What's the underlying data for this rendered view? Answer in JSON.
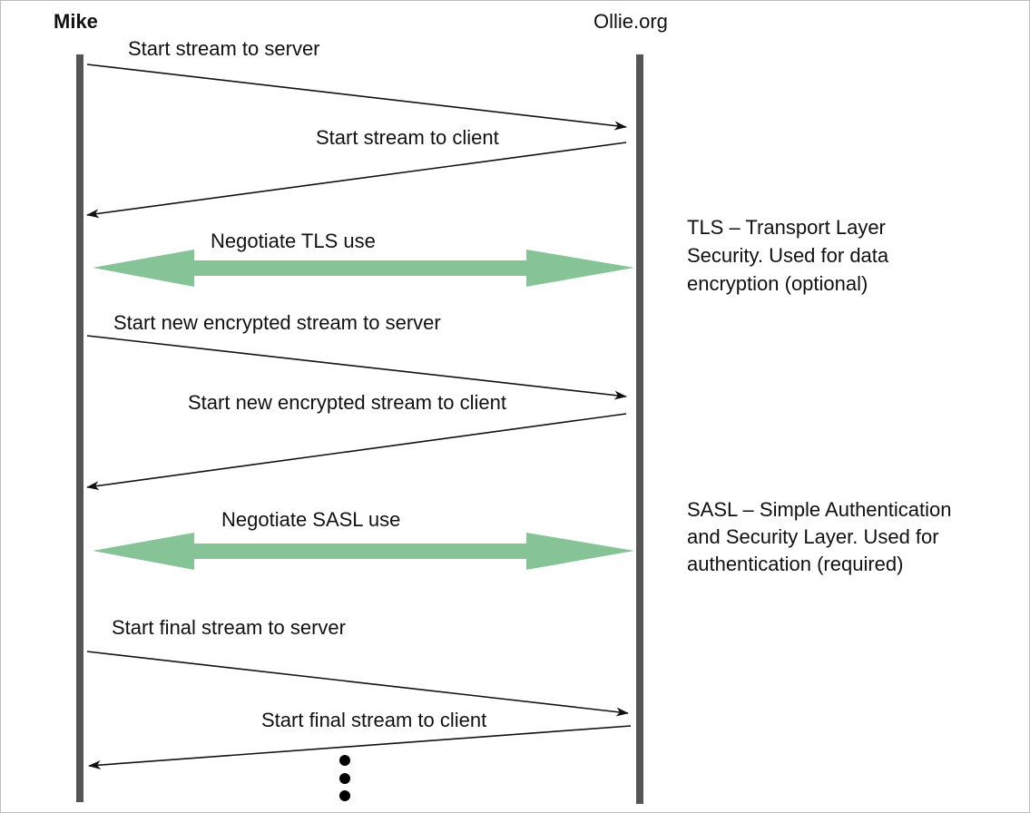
{
  "actors": {
    "left": "Mike",
    "right": "Ollie.org"
  },
  "messages": {
    "m1": "Start stream to server",
    "m2": "Start stream to client",
    "tls": "Negotiate TLS use",
    "m3": "Start new encrypted stream to server",
    "m4": "Start new encrypted stream to client",
    "sasl": "Negotiate SASL use",
    "m5": "Start final stream to server",
    "m6": "Start final stream to client"
  },
  "notes": {
    "tls": [
      "TLS – Transport Layer",
      "Security. Used for data",
      "encryption (optional)"
    ],
    "sasl": [
      "SASL – Simple Authentication",
      "and Security Layer. Used for",
      "authentication (required)"
    ]
  },
  "colors": {
    "lifeline": "#555555",
    "negotiate_arrow": "#86c497",
    "message_arrow": "#111111"
  }
}
